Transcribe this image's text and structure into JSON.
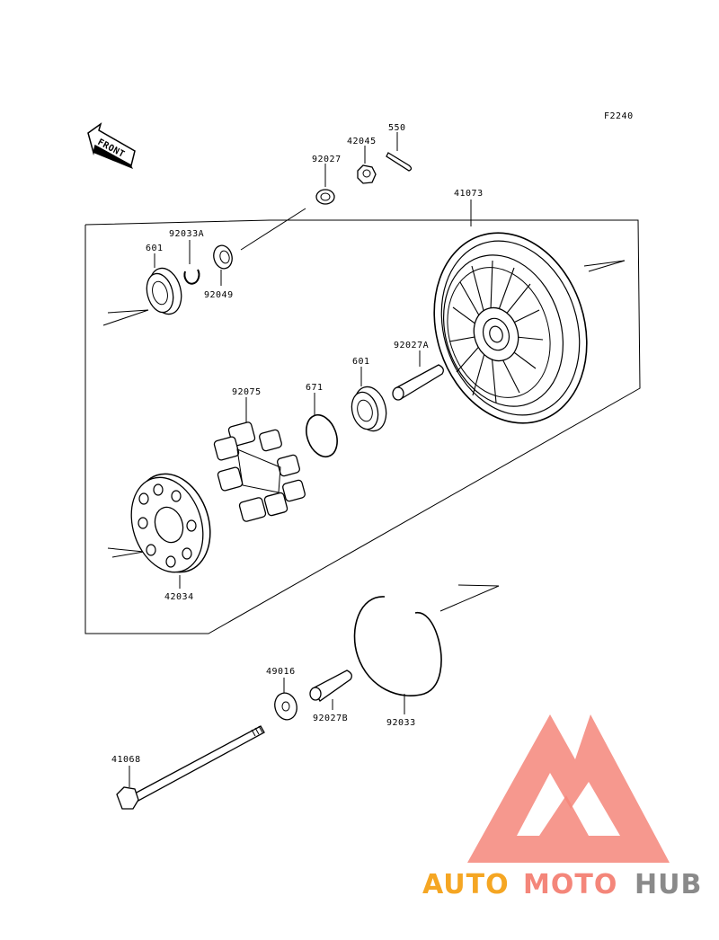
{
  "figure_code": "F2240",
  "front_label": "FRONT",
  "parts": {
    "p550": "550",
    "p42045": "42045",
    "p92027": "92027",
    "p41073": "41073",
    "p92033A": "92033A",
    "p601a": "601",
    "p92049": "92049",
    "p92027A": "92027A",
    "p601b": "601",
    "p671": "671",
    "p92075": "92075",
    "p42034": "42034",
    "p49016": "49016",
    "p92027B": "92027B",
    "p92033": "92033",
    "p41068": "41068"
  },
  "watermark": {
    "part1": "AUTO",
    "part2": "MOTO",
    "part3": "HUB"
  },
  "colors": {
    "line": "#000000",
    "watermark_orange": "#f5a623",
    "watermark_red": "#f4867a",
    "watermark_gray": "#8a8a8a"
  }
}
